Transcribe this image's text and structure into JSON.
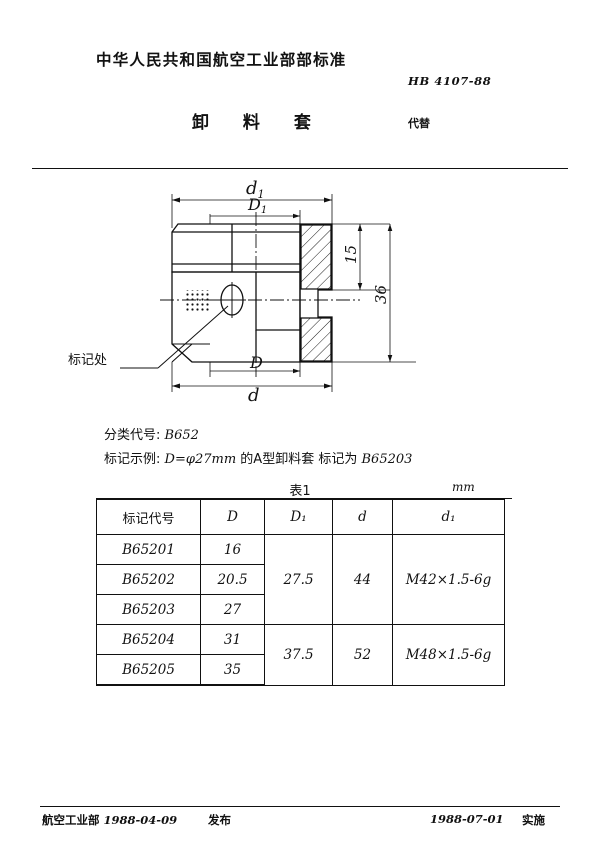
{
  "header": {
    "organization": "中华人民共和国航空工业部部标准",
    "standard_number": "HB 4107-88",
    "title": "卸 料 套",
    "replaces_label": "代替"
  },
  "drawing": {
    "dim_d1_top": "d",
    "dim_d1_top_sub": "1",
    "dim_D1": "D",
    "dim_D1_sub": "1",
    "dim_D": "D",
    "dim_d": "d",
    "dim_height_15": "15",
    "dim_height_36": "36",
    "callout_marking": "标记处"
  },
  "notes": {
    "class_label": "分类代号:",
    "class_value": "B652",
    "example_label": "标记示例:",
    "example_value_1": "D=φ27mm",
    "example_value_2": "的A型卸料套",
    "example_value_3": "标记为",
    "example_value_4": "B65203"
  },
  "table": {
    "caption": "表1",
    "unit": "mm",
    "headers": [
      "标记代号",
      "D",
      "D₁",
      "d",
      "d₁"
    ],
    "rows": [
      {
        "code": "B65201",
        "D": "16",
        "D1": "27.5",
        "d": "44",
        "d1": "M42×1.5-6g"
      },
      {
        "code": "B65202",
        "D": "20.5",
        "D1": "",
        "d": "",
        "d1": ""
      },
      {
        "code": "B65203",
        "D": "27",
        "D1": "",
        "d": "",
        "d1": ""
      },
      {
        "code": "B65204",
        "D": "31",
        "D1": "37.5",
        "d": "52",
        "d1": "M48×1.5-6g"
      },
      {
        "code": "B65205",
        "D": "35",
        "D1": "",
        "d": "",
        "d1": ""
      }
    ]
  },
  "footer": {
    "issuer": "航空工业部",
    "issue_date": "1988-04-09",
    "issue_verb": "发布",
    "effective_date": "1988-07-01",
    "effective_verb": "实施"
  }
}
